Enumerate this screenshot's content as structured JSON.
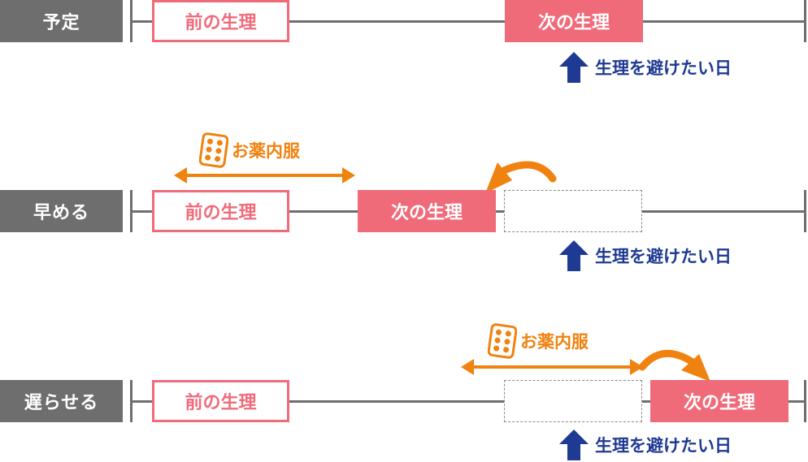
{
  "rows": {
    "planned": {
      "label": "予定",
      "prev_period": "前の生理",
      "next_period": "次の生理",
      "avoid_day": "生理を避けたい日"
    },
    "advance": {
      "label": "早める",
      "prev_period": "前の生理",
      "next_period": "次の生理",
      "medication": "お薬内服",
      "avoid_day": "生理を避けたい日"
    },
    "delay": {
      "label": "遅らせる",
      "prev_period": "前の生理",
      "next_period": "次の生理",
      "medication": "お薬内服",
      "avoid_day": "生理を避けたい日"
    }
  },
  "colors": {
    "timeline": "#6e6e6e",
    "period": "#f06b7a",
    "avoid_arrow": "#1f3a93",
    "medication": "#f0820f"
  },
  "icons": {
    "avoid": "up-arrow-icon",
    "medication": "pill-pack-icon",
    "range": "double-arrow-icon",
    "shift": "curved-arrow-icon"
  }
}
